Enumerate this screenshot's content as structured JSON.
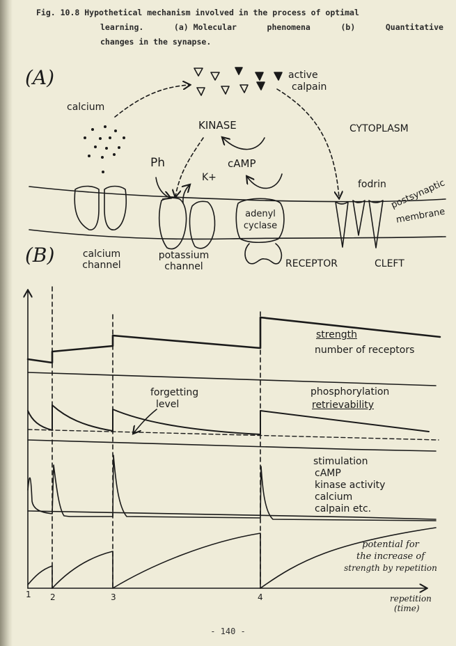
{
  "caption": {
    "line1": "Fig. 10.8 Hypothetical mechanism involved in the process of optimal",
    "line2_a": "learning.",
    "line2_b": "(a) Molecular",
    "line2_c": "phenomena",
    "line2_d": "(b)",
    "line2_e": "Quantitative",
    "line3": "changes in the synapse."
  },
  "panel_a": {
    "letter": "(A)",
    "labels": {
      "active": "active",
      "calpain": "calpain",
      "calcium": "calcium",
      "kinase": "KINASE",
      "cytoplasm": "CYTOPLASM",
      "ph": "Ph",
      "kplus": "K+",
      "camp": "cAMP",
      "fodrin": "fodrin",
      "postsynaptic": "postsynaptic",
      "membrane": "membrane",
      "adenyl": "adenyl",
      "cyclase": "cyclase",
      "calcium_channel_1": "calcium",
      "calcium_channel_2": "channel",
      "potassium_channel_1": "potassium",
      "potassium_channel_2": "channel",
      "receptor": "RECEPTOR",
      "cleft": "CLEFT"
    }
  },
  "panel_b": {
    "letter": "(B)",
    "labels": {
      "strength": "strength",
      "number_of_receptors": "number of receptors",
      "forgetting_1": "forgetting",
      "forgetting_2": "level",
      "phosphorylation": "phosphorylation",
      "retrievability": "retrievability",
      "stimulation": "stimulation",
      "camp": "cAMP",
      "kinase_activity": "kinase activity",
      "calcium": "calcium",
      "calpain_etc": "calpain etc.",
      "potential_1": "potential for",
      "potential_2": "the increase of",
      "potential_3": "strength by repetition",
      "repetition": "repetition",
      "time": "(time)",
      "rep_1": "1",
      "rep_2": "2",
      "rep_3": "3",
      "rep_4": "4"
    }
  },
  "page_number": "- 140 -",
  "colors": {
    "paper": "#efecd9",
    "ink": "#1a1a1a"
  }
}
